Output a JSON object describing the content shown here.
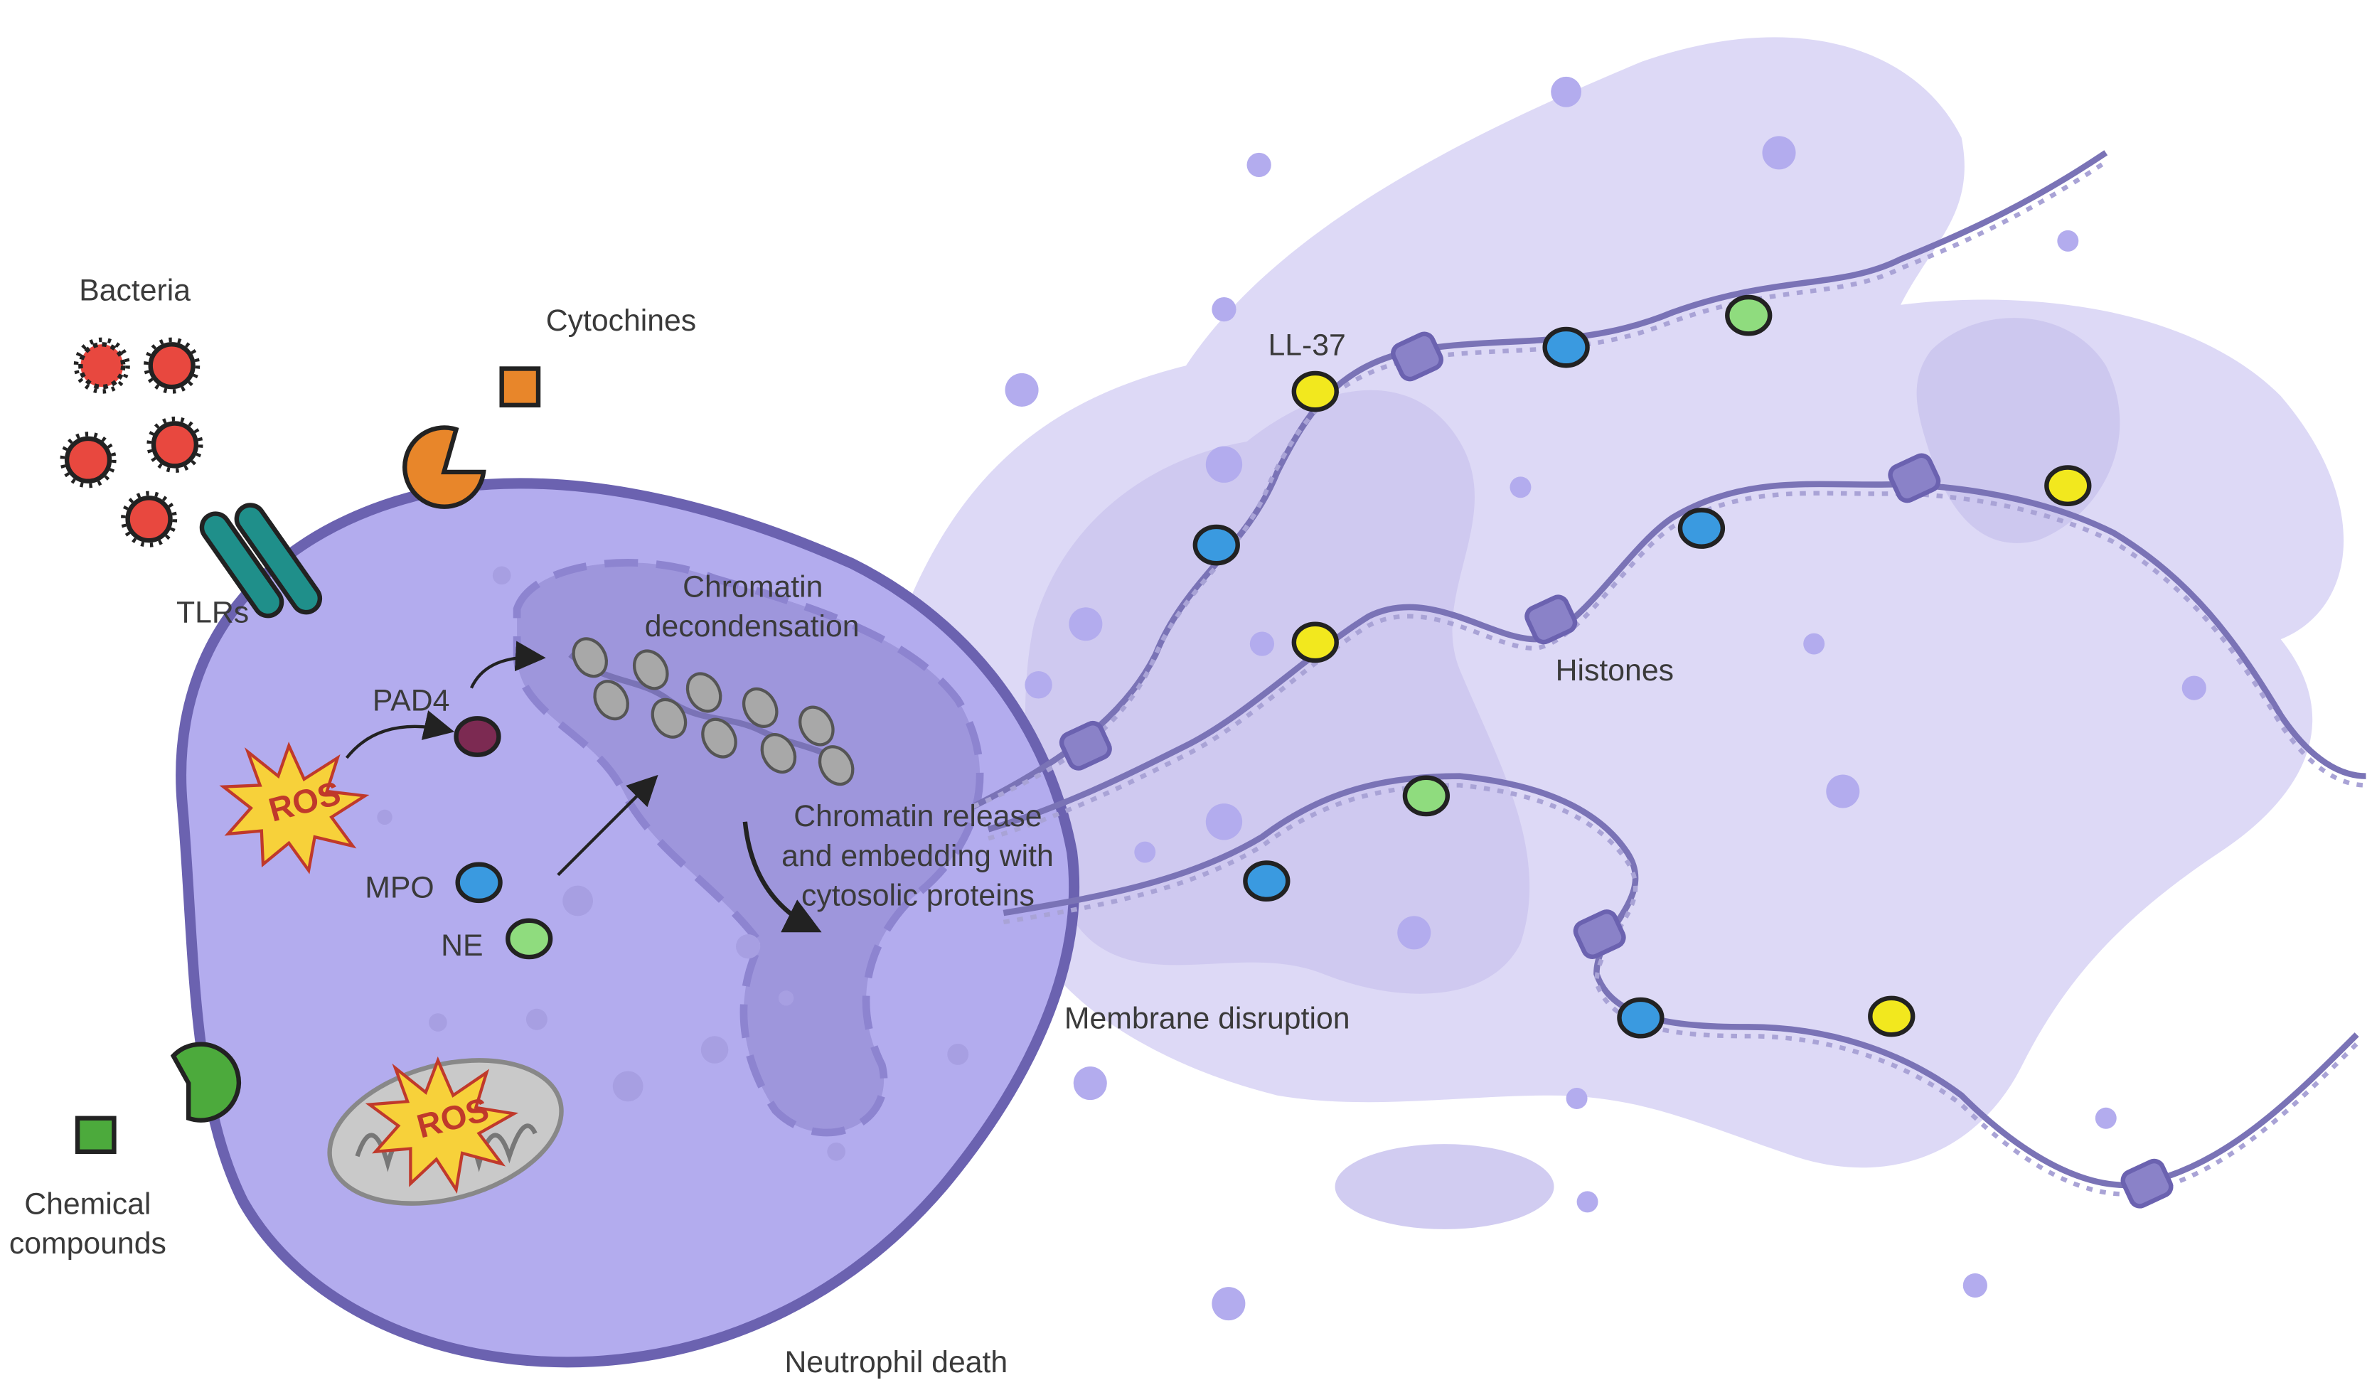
{
  "labels": {
    "bacteria": "Bacteria",
    "cytochines": "Cytochines",
    "tlrs": "TLRs",
    "chromatin_decondensation_line1": "Chromatin",
    "chromatin_decondensation_line2": "decondensation",
    "pad4": "PAD4",
    "ros": "ROS",
    "mpo": "MPO",
    "ne": "NE",
    "chromatin_release_line1": "Chromatin  release",
    "chromatin_release_line2": "and embedding with",
    "chromatin_release_line3": "cytosolic proteins",
    "chemical_line1": "Chemical",
    "chemical_line2": "compounds",
    "neutrophil_death": "Neutrophil death",
    "membrane_disruption": "Membrane disruption",
    "ll37": "LL-37",
    "histones": "Histones"
  },
  "colors": {
    "cell_fill": "#b3acee",
    "cell_stroke": "#6b62b0",
    "net_cloud": "#ddd9f6",
    "net_cloud_dark": "#c9c3ee",
    "bacteria": "#e8483f",
    "cytokine": "#e8862a",
    "tlr": "#1f8f8a",
    "chemical": "#4caa3c",
    "pad4": "#7c2a52",
    "mpo": "#3a9ae0",
    "ne": "#8fdc7e",
    "ll37": "#f2e81e",
    "ros": "#f7d13a",
    "histone": "#8a82c8"
  },
  "icons": [
    "bacteria-icon",
    "cytokine-icon",
    "receptor-icon",
    "tlr-icon",
    "chemical-compound-icon",
    "mitochondrion-icon",
    "ros-burst-icon",
    "nucleosome-icon",
    "dna-strand-icon"
  ]
}
